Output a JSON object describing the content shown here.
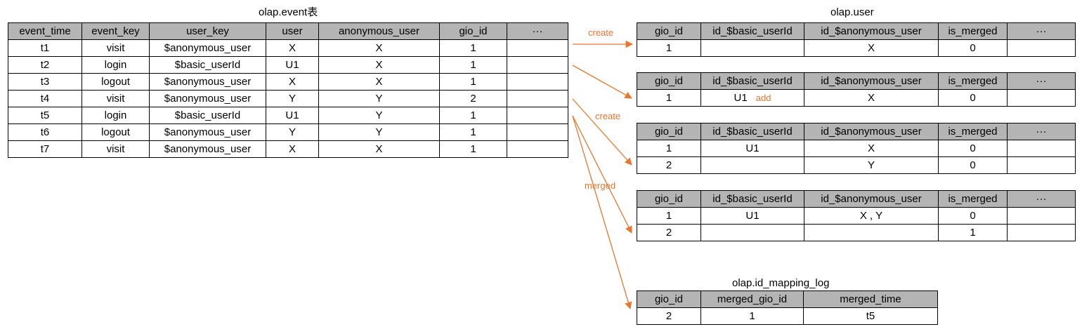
{
  "event_table": {
    "title": "olap.event表",
    "headers": [
      "event_time",
      "event_key",
      "user_key",
      "user",
      "anonymous_user",
      "gio_id",
      "···"
    ],
    "rows": [
      [
        "t1",
        "visit",
        "$anonymous_user",
        "X",
        "X",
        "1",
        ""
      ],
      [
        "t2",
        "login",
        "$basic_userId",
        "U1",
        "X",
        "1",
        ""
      ],
      [
        "t3",
        "logout",
        "$anonymous_user",
        "X",
        "X",
        "1",
        ""
      ],
      [
        "t4",
        "visit",
        "$anonymous_user",
        "Y",
        "Y",
        "2",
        ""
      ],
      [
        "t5",
        "login",
        "$basic_userId",
        "U1",
        "Y",
        "1",
        ""
      ],
      [
        "t6",
        "logout",
        "$anonymous_user",
        "Y",
        "Y",
        "1",
        ""
      ],
      [
        "t7",
        "visit",
        "$anonymous_user",
        "X",
        "X",
        "1",
        ""
      ]
    ]
  },
  "user_title": "olap.user",
  "user_headers": [
    "gio_id",
    "id_$basic_userId",
    "id_$anonymous_user",
    "is_merged",
    "···"
  ],
  "user_tables": [
    {
      "rows": [
        [
          "1",
          "",
          "X",
          "0",
          ""
        ]
      ]
    },
    {
      "rows": [
        [
          "1",
          "U1",
          "X",
          "0",
          ""
        ]
      ],
      "note": "add"
    },
    {
      "rows": [
        [
          "1",
          "U1",
          "X",
          "0",
          ""
        ],
        [
          "2",
          "",
          "Y",
          "0",
          ""
        ]
      ]
    },
    {
      "rows": [
        [
          "1",
          "U1",
          "X , Y",
          "0",
          ""
        ],
        [
          "2",
          "",
          "",
          "1",
          ""
        ]
      ]
    }
  ],
  "mapping_table": {
    "title": "olap.id_mapping_log",
    "headers": [
      "gio_id",
      "merged_gio_id",
      "merged_time"
    ],
    "rows": [
      [
        "2",
        "1",
        "t5"
      ]
    ]
  },
  "arrow_labels": {
    "create_1": "create",
    "create_2": "create",
    "merged": "merged"
  },
  "colors": {
    "header_bg": "#b4b4b4",
    "border": "#000000",
    "accent": "#e8762d"
  }
}
